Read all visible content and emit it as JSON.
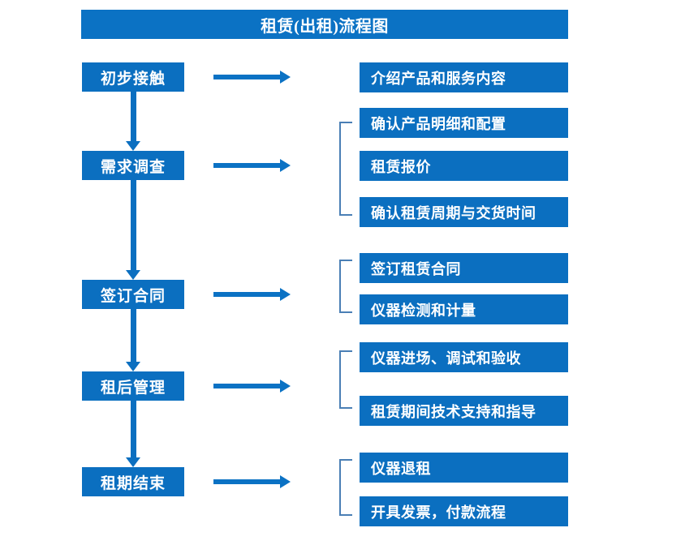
{
  "title": "租赁(出租)流程图",
  "colors": {
    "title_bar": "#0B72C4",
    "box_fill": "#0B6FC0",
    "arrow": "#0B72C4",
    "bracket": "#4A7FB5",
    "box_text": "#FFFFFF",
    "background": "#FFFFFF"
  },
  "stages": [
    {
      "label": "初步接触"
    },
    {
      "label": "需求调查"
    },
    {
      "label": "签订合同"
    },
    {
      "label": "租后管理"
    },
    {
      "label": "租期结束"
    }
  ],
  "details": [
    {
      "label": "介绍产品和服务内容"
    },
    {
      "label": "确认产品明细和配置"
    },
    {
      "label": "租赁报价"
    },
    {
      "label": "确认租赁周期与交货时间"
    },
    {
      "label": "签订租赁合同"
    },
    {
      "label": "仪器检测和计量"
    },
    {
      "label": "仪器进场、调试和验收"
    },
    {
      "label": "租赁期间技术支持和指导"
    },
    {
      "label": "仪器退租"
    },
    {
      "label": "开具发票，付款流程"
    }
  ]
}
